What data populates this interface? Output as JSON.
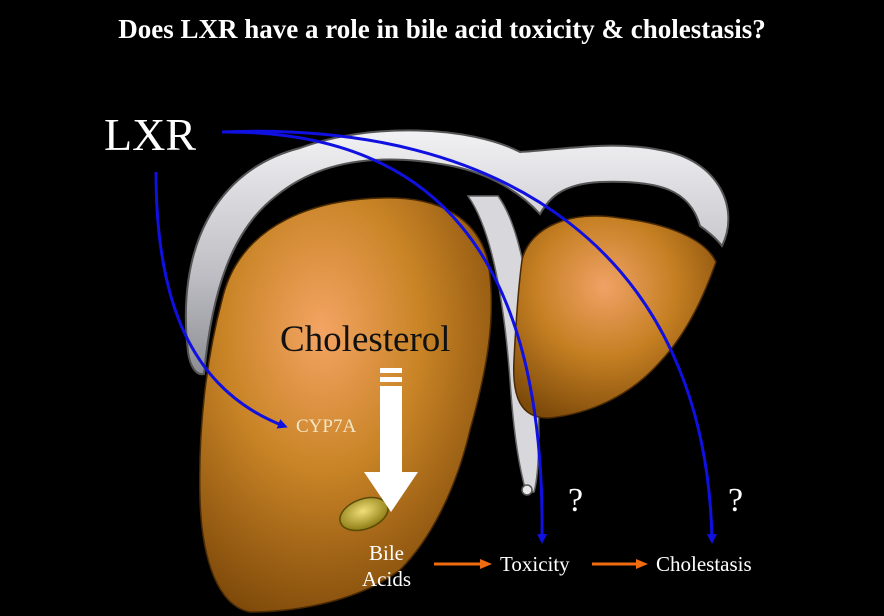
{
  "title": "Does LXR have a role in bile acid toxicity & cholestasis?",
  "labels": {
    "lxr": "LXR",
    "cholesterol": "Cholesterol",
    "cyp7a": "CYP7A",
    "bile_acids_line1": "Bile",
    "bile_acids_line2": "Acids",
    "toxicity": "Toxicity",
    "cholestasis": "Cholestasis",
    "question_toxicity": "?",
    "question_cholestasis": "?"
  },
  "colors": {
    "background": "#000000",
    "liver": "#c07a1c",
    "capsule": "#cfcfd3",
    "arrow_lxr": "#1010e0",
    "arrow_pathway": "#f06a10",
    "big_arrow": "#ffffff"
  }
}
